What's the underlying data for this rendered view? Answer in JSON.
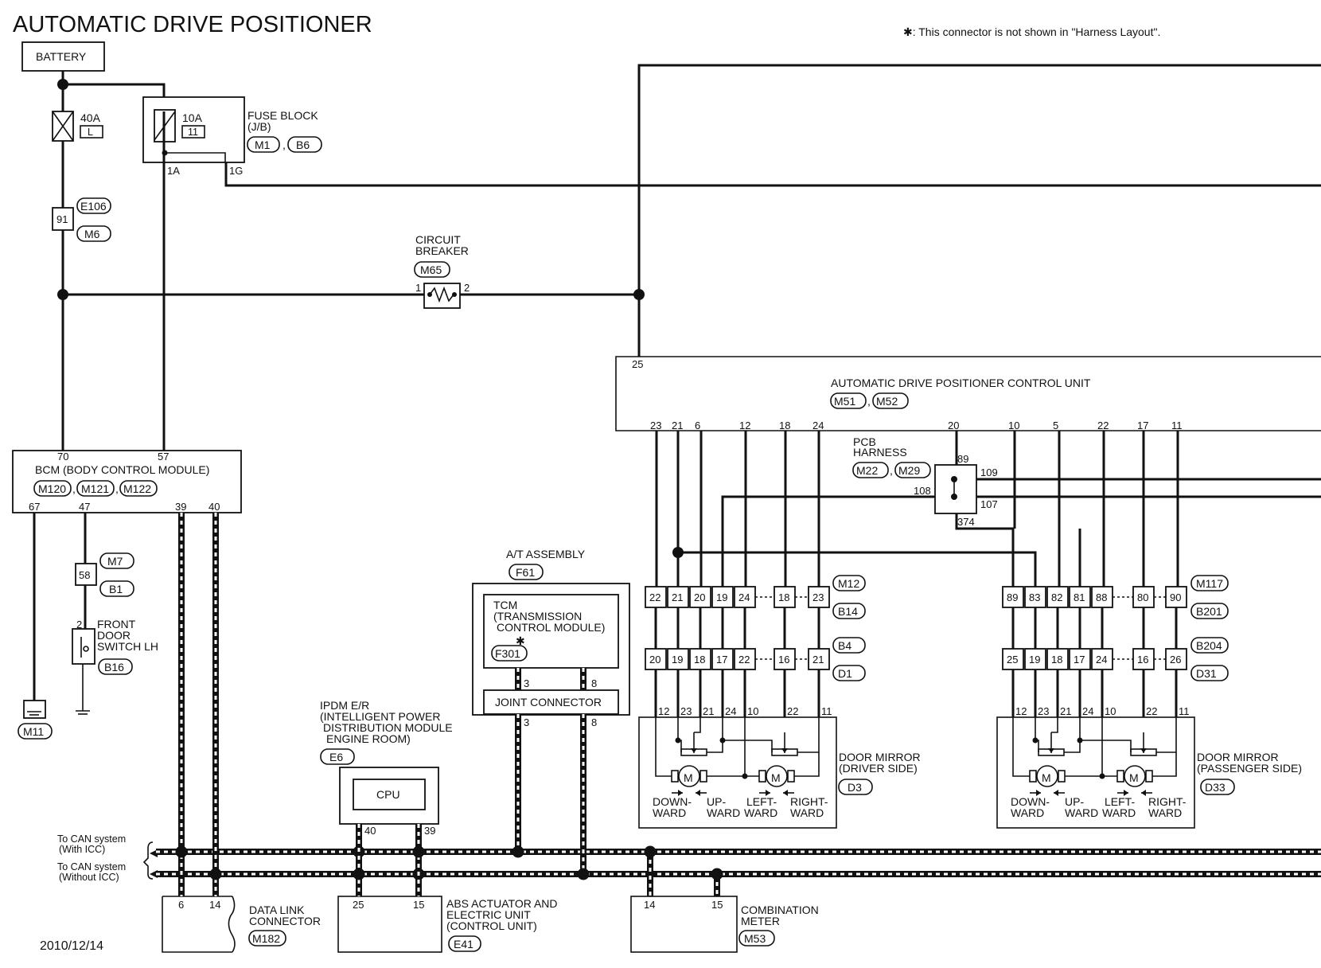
{
  "title": "AUTOMATIC DRIVE POSITIONER",
  "note": "✱: This connector is not shown in \"Harness Layout\".",
  "date": "2010/12/14",
  "battery": "BATTERY",
  "fuse_40a": {
    "rating": "40A",
    "code": "L"
  },
  "fuse_10a": {
    "rating": "10A",
    "code": "11"
  },
  "fuse_block": {
    "label1": "FUSE BLOCK",
    "label2": "(J/B)",
    "conn1": "M1",
    "conn2": "B6",
    "pin_a": "1A",
    "pin_g": "1G"
  },
  "inline_91": {
    "pin": "91",
    "conn1": "E106",
    "conn2": "M6"
  },
  "circuit_breaker": {
    "label1": "CIRCUIT",
    "label2": "BREAKER",
    "conn": "M65",
    "pin1": "1",
    "pin2": "2"
  },
  "bcm": {
    "label": "BCM (BODY CONTROL MODULE)",
    "conns": [
      "M120",
      "M121",
      "M122"
    ],
    "pin70": "70",
    "pin57": "57",
    "pin67": "67",
    "pin47": "47",
    "pin39": "39",
    "pin40": "40"
  },
  "inline_58": {
    "pin": "58",
    "conn1": "M7",
    "conn2": "B1"
  },
  "door_switch": {
    "pin": "2",
    "line1": "FRONT",
    "line2": "DOOR",
    "line3": "SWITCH LH",
    "conn": "B16"
  },
  "ground": {
    "conn": "M11"
  },
  "at_assembly": {
    "label": "A/T ASSEMBLY",
    "conn": "F61",
    "tcm1": "TCM",
    "tcm2": "(TRANSMISSION",
    "tcm3": "CONTROL MODULE)",
    "star": "✱",
    "tcm_conn": "F301",
    "joint": "JOINT CONNECTOR",
    "pin3": "3",
    "pin8": "8"
  },
  "ipdm": {
    "line1": "IPDM E/R",
    "line2": "(INTELLIGENT POWER",
    "line3": "DISTRIBUTION MODULE",
    "line4": "ENGINE ROOM)",
    "conn": "E6",
    "cpu": "CPU",
    "pin40": "40",
    "pin39": "39"
  },
  "can": {
    "with_icc1": "To CAN system",
    "with_icc2": "(With ICC)",
    "without_icc1": "To CAN system",
    "without_icc2": "(Without ICC)"
  },
  "data_link": {
    "line1": "DATA LINK",
    "line2": "CONNECTOR",
    "conn": "M182",
    "pin6": "6",
    "pin14": "14"
  },
  "abs": {
    "line1": "ABS ACTUATOR AND",
    "line2": "ELECTRIC UNIT",
    "line3": "(CONTROL UNIT)",
    "conn": "E41",
    "pin25": "25",
    "pin15": "15"
  },
  "combination_meter": {
    "line1": "COMBINATION",
    "line2": "METER",
    "conn": "M53",
    "pin14": "14",
    "pin15": "15"
  },
  "adp": {
    "label": "AUTOMATIC DRIVE POSITIONER CONTROL UNIT",
    "conn1": "M51",
    "conn2": "M52",
    "pin25": "25",
    "pins": [
      "23",
      "21",
      "6",
      "12",
      "18",
      "24",
      "20",
      "10",
      "5",
      "22",
      "17",
      "11"
    ]
  },
  "pcb": {
    "line1": "PCB",
    "line2": "HARNESS",
    "conn1": "M22",
    "conn2": "M29",
    "p89": "89",
    "p109": "109",
    "p108": "108",
    "p107": "107",
    "p374": "374"
  },
  "driver_conn_top": {
    "pins": [
      "22",
      "21",
      "20",
      "19",
      "24",
      "18",
      "23"
    ],
    "conn1": "M12",
    "conn2": "B14"
  },
  "driver_conn_bot": {
    "pins": [
      "20",
      "19",
      "18",
      "17",
      "22",
      "16",
      "21"
    ],
    "conn1": "B4",
    "conn2": "D1"
  },
  "pass_conn_top": {
    "pins": [
      "89",
      "83",
      "82",
      "81",
      "88",
      "80",
      "90"
    ],
    "conn1": "M117",
    "conn2": "B201"
  },
  "pass_conn_bot": {
    "pins": [
      "25",
      "19",
      "18",
      "17",
      "24",
      "16",
      "26"
    ],
    "conn1": "B204",
    "conn2": "D31"
  },
  "mirror_pins": [
    "12",
    "23",
    "21",
    "24",
    "10",
    "22",
    "11"
  ],
  "mirror_driver": {
    "line1": "DOOR MIRROR",
    "line2": "(DRIVER SIDE)",
    "conn": "D3"
  },
  "mirror_passenger": {
    "line1": "DOOR MIRROR",
    "line2": "(PASSENGER SIDE)",
    "conn": "D33"
  },
  "motor": "M",
  "directions": {
    "down1": "DOWN-",
    "down2": "WARD",
    "up1": "UP-",
    "up2": "WARD",
    "left1": "LEFT-",
    "left2": "WARD",
    "right1": "RIGHT-",
    "right2": "WARD"
  }
}
